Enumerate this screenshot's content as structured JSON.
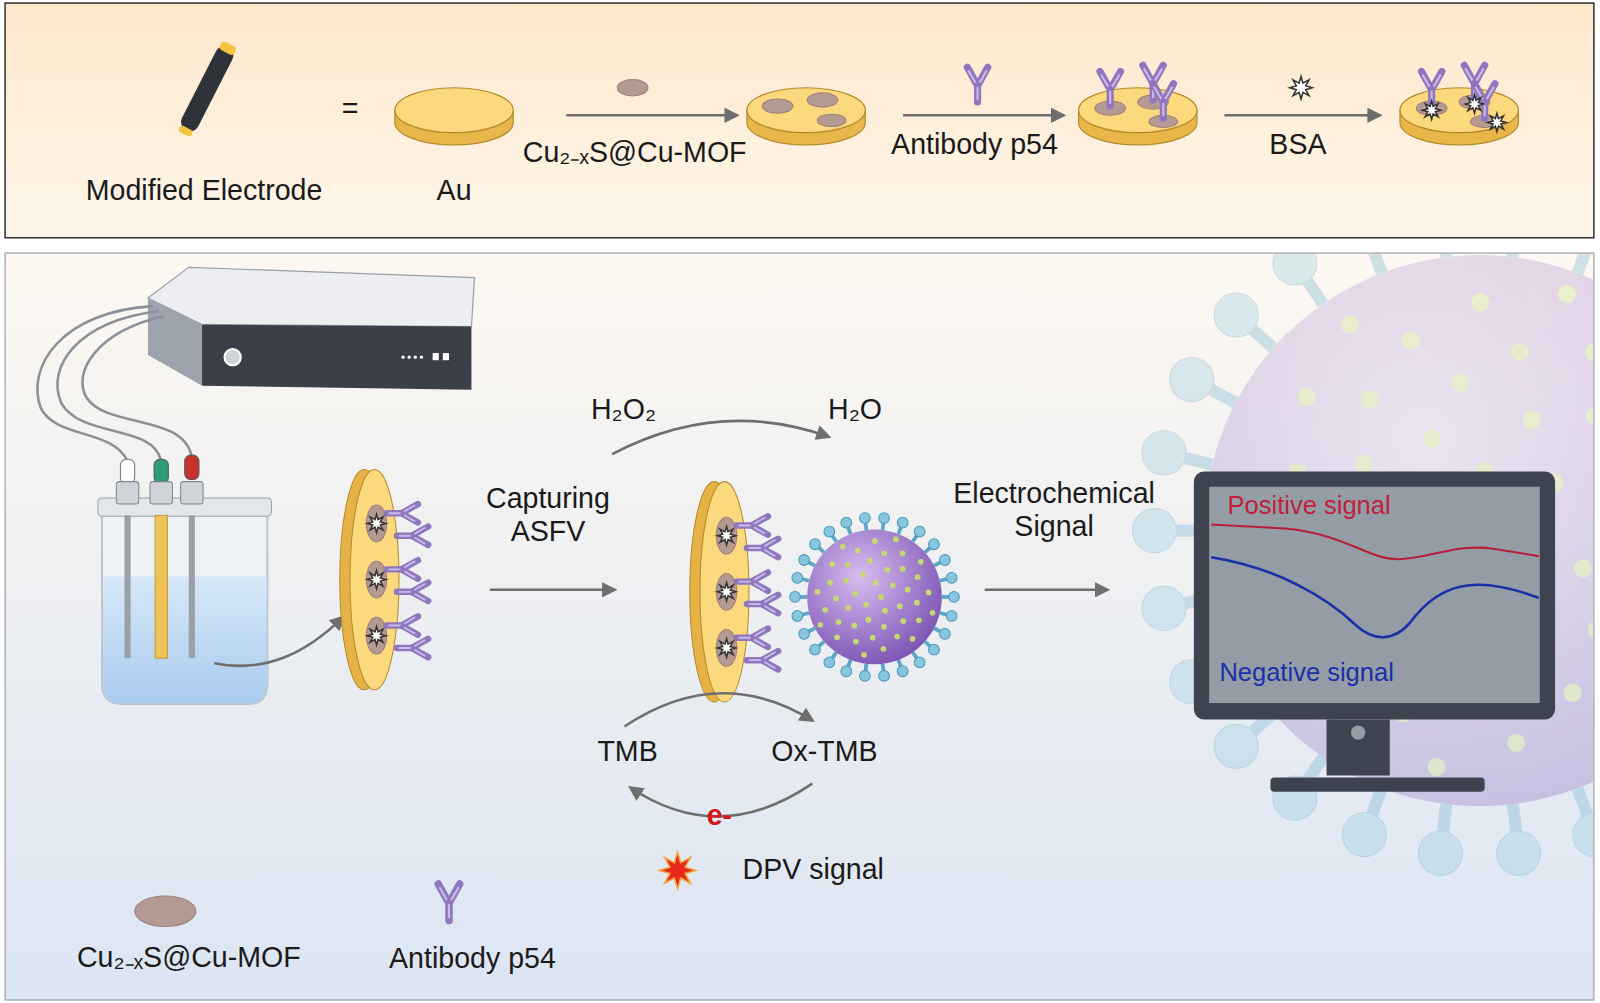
{
  "diagram": {
    "nodes": [
      {
        "text": [
          "Positive signal",
          "Negative signal"
        ]
      }
    ],
    "labels": [
      "Modified Electrode",
      "=",
      "Au",
      "Cu₂₋ₓS@Cu-MOF",
      "Antibody p54",
      "BSA",
      "H₂O₂",
      "H₂O",
      "Capturing ASFV",
      "Electrochemical Signal",
      "TMB",
      "Ox-TMB",
      "e-",
      "DPV signal"
    ],
    "legend": [
      {
        "text": "Cu₂₋ₓS@Cu-MOF",
        "color": "#b59a94"
      },
      {
        "text": "Antibody p54"
      }
    ]
  }
}
